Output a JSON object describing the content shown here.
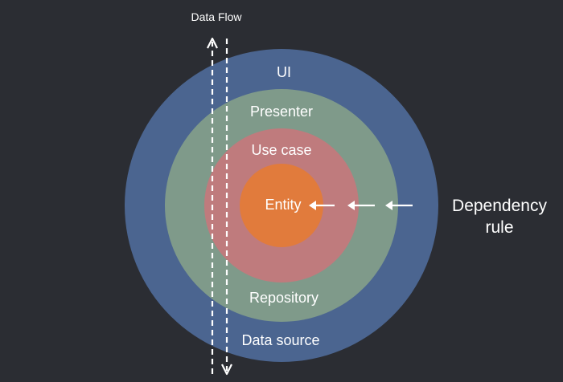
{
  "background": "#2b2d33",
  "rings": {
    "ui": {
      "label": "UI",
      "color": "#4b6590"
    },
    "presenter": {
      "label": "Presenter",
      "color": "#7f9a8a"
    },
    "use_case": {
      "label": "Use case",
      "color": "#bf7b7d"
    },
    "entity": {
      "label": "Entity",
      "color": "#e17b3c"
    }
  },
  "bottom_labels": {
    "repository": "Repository",
    "data_source": "Data source"
  },
  "data_flow": {
    "label": "Data Flow"
  },
  "dependency_rule": {
    "line1": "Dependency",
    "line2": "rule"
  }
}
